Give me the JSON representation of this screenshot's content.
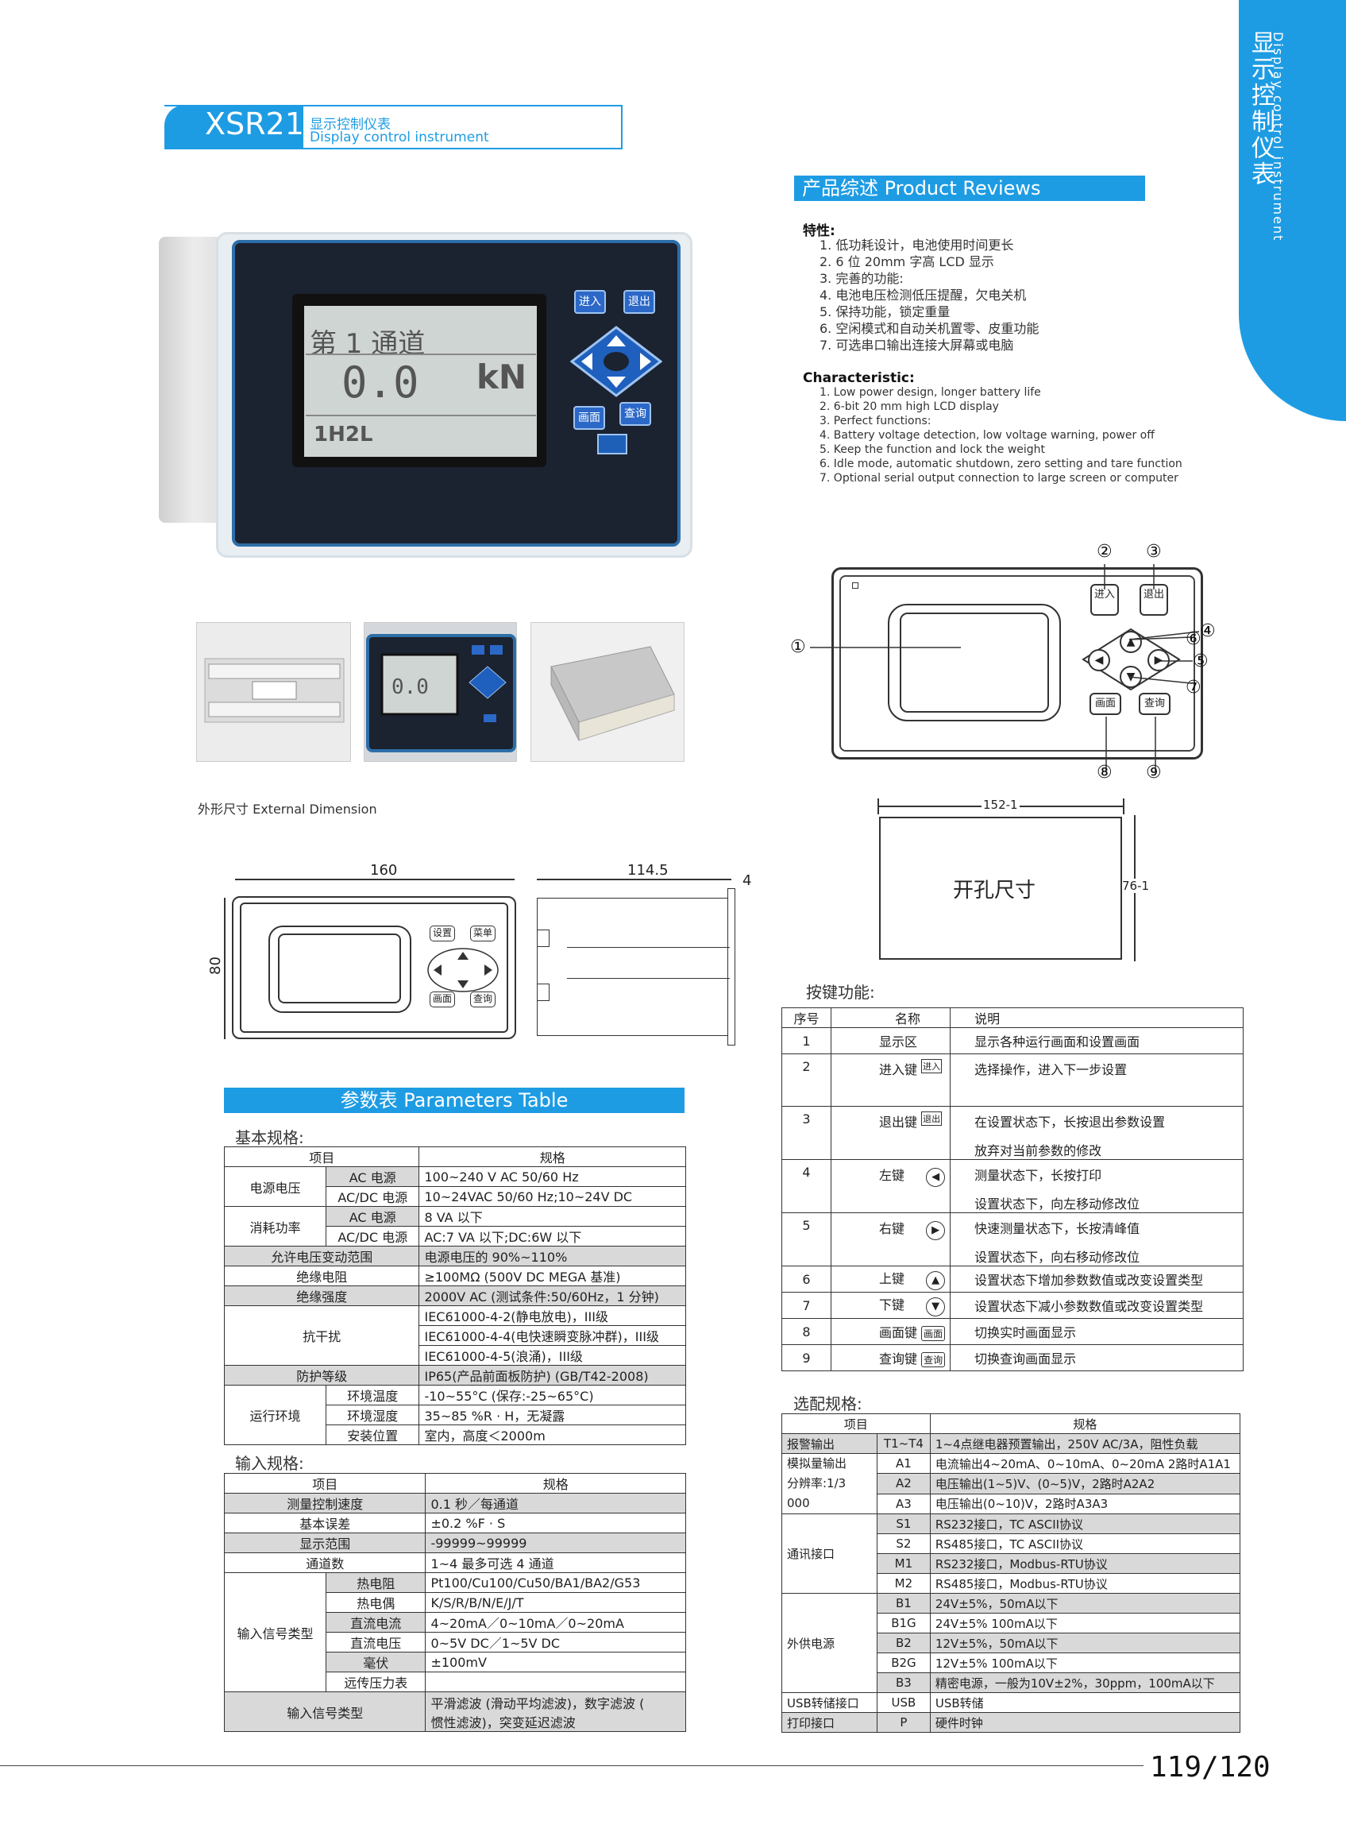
{
  "header": {
    "model": "XSR21",
    "title_cn": "显示控制仪表",
    "title_en": "Display control instrument"
  },
  "side_tab": {
    "cn": "显示控制仪表",
    "en": "Display control instrument"
  },
  "product_reviews": {
    "title": "产品综述  Product  Reviews",
    "features_title": "特性:",
    "features": [
      "1. 低功耗设计，电池使用时间更长",
      "2. 6 位 20mm 字高 LCD 显示",
      "3. 完善的功能:",
      "4. 电池电压检测低压提醒，欠电关机",
      "5. 保持功能，锁定重量",
      "6. 空闲模式和自动关机置零、皮重功能",
      "7. 可选串口输出连接大屏幕或电脑"
    ],
    "characteristic_title": "Characteristic:",
    "characteristics": [
      "1. Low power design, longer battery life",
      "2. 6-bit 20 mm high LCD display",
      "3. Perfect functions:",
      "4. Battery voltage detection, low voltage warning, power off",
      "5. Keep the function and lock the weight",
      "6. Idle mode, automatic shutdown, zero setting and tare function",
      "7. Optional serial output connection to large screen or computer"
    ]
  },
  "device_photo": {
    "lcd_line1": "第 1 通道",
    "lcd_value": "0.0",
    "lcd_unit": "kN",
    "lcd_line3": "1H2L",
    "btn_enter": "进入",
    "btn_exit": "退出",
    "btn_screen": "画面",
    "btn_query": "查询"
  },
  "thumbs": {
    "lcd_value": "0.0"
  },
  "keypad": {
    "btn_enter": "进入",
    "btn_exit": "退出",
    "btn_screen": "画面",
    "btn_query": "查询",
    "labels": [
      "①",
      "②",
      "③",
      "④",
      "⑤",
      "⑥",
      "⑦",
      "⑧",
      "⑨"
    ],
    "arrows": {
      "up": "▲",
      "down": "▼",
      "left": "◀",
      "right": "▶"
    }
  },
  "cutout": {
    "width": "152-1",
    "height": "76-1",
    "label": "开孔尺寸"
  },
  "dimension": {
    "title": "外形尺寸 External Dimension",
    "w160": "160",
    "w114": "114.5",
    "w4": "4",
    "h80": "80",
    "btn_set": "设置",
    "btn_menu": "菜单",
    "btn_screen": "画面",
    "btn_query": "查询"
  },
  "params": {
    "title": "参数表  Parameters Table",
    "basic_title": "基本规格:",
    "input_title": "输入规格:",
    "col_item": "项目",
    "col_spec": "规格",
    "basic": {
      "power": "电源电压",
      "ac": "AC 电源",
      "acdc": "AC/DC 电源",
      "power_ac": "100~240 V AC 50/60 Hz",
      "power_acdc": "10~24VAC 50/60 Hz;10~24V DC",
      "consume": "消耗功率",
      "consume_ac": "8 VA 以下",
      "consume_acdc": "AC:7 VA 以下;DC:6W 以下",
      "allow": "允许电压变动范围",
      "allow_v": "电源电压的 90%~110%",
      "insul_r": "绝缘电阻",
      "insul_r_v": "≥100MΩ (500V DC MEGA 基准)",
      "insul_s": "绝缘强度",
      "insul_s_v": "2000V AC (测试条件:50/60Hz，1 分钟)",
      "emc": "抗干扰",
      "emc1": "IEC61000-4-2(静电放电)，III级",
      "emc2": "IEC61000-4-4(电快速瞬变脉冲群)，III级",
      "emc3": "IEC61000-4-5(浪涌)，III级",
      "ip": "防护等级",
      "ip_v": "IP65(产品前面板防护) (GB/T42-2008)",
      "env": "运行环境",
      "env_t": "环境温度",
      "env_t_v": "-10~55°C (保存:-25~65°C)",
      "env_h": "环境湿度",
      "env_h_v": "35~85 %R · H，无凝露",
      "env_p": "安装位置",
      "env_p_v": "室内，高度＜2000m"
    },
    "input": {
      "speed": "测量控制速度",
      "speed_v": "0.1 秒／每通道",
      "err": "基本误差",
      "err_v": "±0.2 %F · S",
      "range": "显示范围",
      "range_v": "-99999~99999",
      "ch": "通道数",
      "ch_v": "1~4 最多可选 4 通道",
      "sig": "输入信号类型",
      "rtd": "热电阻",
      "rtd_v": "Pt100/Cu100/Cu50/BA1/BA2/G53",
      "tc": "热电偶",
      "tc_v": "K/S/R/B/N/E/J/T",
      "dci": "直流电流",
      "dci_v": "4~20mA／0~10mA／0~20mA",
      "dcv": "直流电压",
      "dcv_v": "0~5V DC／1~5V DC",
      "mv": "毫伏",
      "mv_v": "±100mV",
      "rp": "远传压力表",
      "filter": "输入信号类型",
      "filter_v1": "平滑滤波 (滑动平均滤波)，数字滤波 (",
      "filter_v2": "惯性滤波)，突变延迟滤波"
    }
  },
  "keyfunc": {
    "title": "按键功能:",
    "cols": [
      "序号",
      "名称",
      "说明"
    ],
    "rows": [
      {
        "no": "1",
        "name": "显示区",
        "icon": "",
        "d1": "显示各种运行画面和设置画面",
        "d2": ""
      },
      {
        "no": "2",
        "name": "进入键",
        "icon": "进入",
        "d1": "选择操作，进入下一步设置",
        "d2": ""
      },
      {
        "no": "3",
        "name": "退出键",
        "icon": "退出",
        "d1": "在设置状态下，长按退出参数设置",
        "d2": "放弃对当前参数的修改"
      },
      {
        "no": "4",
        "name": "左键",
        "icon": "◀",
        "d1": "测量状态下，长按打印",
        "d2": "设置状态下，向左移动修改位"
      },
      {
        "no": "5",
        "name": "右键",
        "icon": "▶",
        "d1": "快速测量状态下，长按清峰值",
        "d2": "设置状态下，向右移动修改位"
      },
      {
        "no": "6",
        "name": "上键",
        "icon": "▲",
        "d1": "设置状态下增加参数数值或改变设置类型",
        "d2": ""
      },
      {
        "no": "7",
        "name": "下键",
        "icon": "▼",
        "d1": "设置状态下减小参数数值或改变设置类型",
        "d2": ""
      },
      {
        "no": "8",
        "name": "画面键",
        "icon": "画面",
        "d1": "切换实时画面显示",
        "d2": ""
      },
      {
        "no": "9",
        "name": "查询键",
        "icon": "查询",
        "d1": "切换查询画面显示",
        "d2": ""
      }
    ]
  },
  "options": {
    "title": "选配规格:",
    "col_item": "项目",
    "col_spec": "规格",
    "alarm": "报警输出",
    "t14": "T1~T4",
    "t14_v": "1~4点继电器预置输出，250V AC/3A，阻性负载",
    "analog1": "模拟量输出",
    "analog2": "分辨率:1/3",
    "analog3": "000",
    "a1": "A1",
    "a1_v": "电流输出4~20mA、0~10mA、0~20mA 2路时A1A1",
    "a2": "A2",
    "a2_v": "电压输出(1~5)V、(0~5)V，2路时A2A2",
    "a3": "A3",
    "a3_v": "电压输出(0~10)V，2路时A3A3",
    "comm": "通讯接口",
    "s1": "S1",
    "s1_v": "RS232接口，TC ASCII协议",
    "s2": "S2",
    "s2_v": "RS485接口，TC ASCII协议",
    "m1": "M1",
    "m1_v": "RS232接口，Modbus-RTU协议",
    "m2": "M2",
    "m2_v": "RS485接口，Modbus-RTU协议",
    "ext": "外供电源",
    "b1": "B1",
    "b1_v": "24V±5%，50mA以下",
    "b1g": "B1G",
    "b1g_v": "24V±5% 100mA以下",
    "b2": "B2",
    "b2_v": "12V±5%，50mA以下",
    "b2g": "B2G",
    "b2g_v": "12V±5% 100mA以下",
    "b3": "B3",
    "b3_v": "精密电源，一般为10V±2%，30ppm，100mA以下",
    "usb": "USB转储接口",
    "usb_c": "USB",
    "usb_v": "USB转储",
    "prn": "打印接口",
    "prn_c": "P",
    "prn_v": "硬件时钟"
  },
  "page_number": "119/120"
}
